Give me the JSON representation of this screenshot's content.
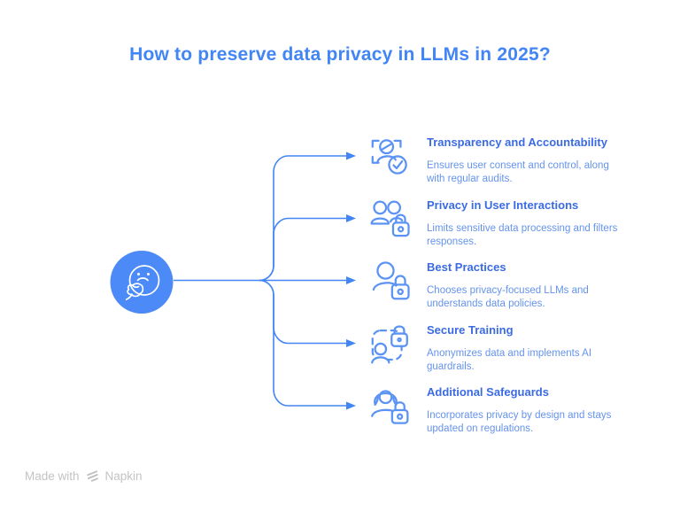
{
  "title": "How to preserve data privacy in LLMs in 2025?",
  "colors": {
    "title_text": "#4285F4",
    "branch_heading": "#3B6BE3",
    "branch_description": "#6493EE",
    "connector_line": "#4285F4",
    "center_node_fill": "#4C8BF7",
    "icon_stroke": "#5B93F4",
    "footer_text": "#C3C3C3"
  },
  "center_node": {
    "icon": "thinking-face-icon"
  },
  "branches": [
    {
      "icon": "user-scan-check-icon",
      "title": "Transparency and Accountability",
      "description": "Ensures user consent and control, along\nwith regular audits."
    },
    {
      "icon": "two-users-lock-icon",
      "title": "Privacy in User Interactions",
      "description": "Limits sensitive data processing and filters\nresponses."
    },
    {
      "icon": "user-lock-icon",
      "title": "Best Practices",
      "description": "Chooses privacy-focused LLMs and\nunderstands data policies."
    },
    {
      "icon": "dashed-frame-user-lock-icon",
      "title": "Secure Training",
      "description": "Anonymizes data and implements AI\nguardrails."
    },
    {
      "icon": "person-hair-lock-icon",
      "title": "Additional Safeguards",
      "description": "Incorporates privacy by design and stays\nupdated on regulations."
    }
  ],
  "footer": {
    "made_with": "Made with",
    "brand": "Napkin",
    "logo_icon": "napkin-logo-icon"
  }
}
